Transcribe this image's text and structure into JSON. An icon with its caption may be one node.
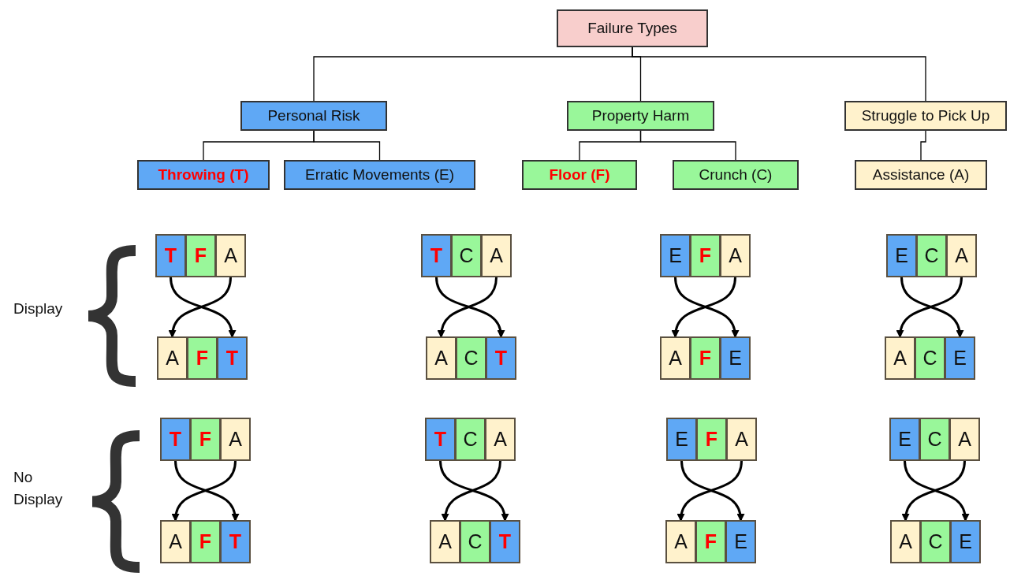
{
  "diagram": {
    "nodes": [
      {
        "text": [
          "Failure Types"
        ]
      },
      {
        "text": [
          "Personal Risk"
        ]
      },
      {
        "text": [
          "Property Harm"
        ]
      },
      {
        "text": [
          "Struggle to Pick Up"
        ]
      },
      {
        "text": [
          "Throwing (T)"
        ]
      },
      {
        "text": [
          "Erratic Movements (E)"
        ]
      },
      {
        "text": [
          "Floor (F)"
        ]
      },
      {
        "text": [
          "Crunch (C)"
        ]
      },
      {
        "text": [
          "Assistance (A)"
        ]
      },
      {
        "text": [
          "T"
        ]
      },
      {
        "text": [
          "F"
        ]
      },
      {
        "text": [
          "A"
        ]
      },
      {
        "text": [
          "T"
        ]
      },
      {
        "text": [
          "C"
        ]
      },
      {
        "text": [
          "A"
        ]
      },
      {
        "text": [
          "E"
        ]
      },
      {
        "text": [
          "F"
        ]
      },
      {
        "text": [
          "A"
        ]
      },
      {
        "text": [
          "E"
        ]
      },
      {
        "text": [
          "C"
        ]
      },
      {
        "text": [
          "A"
        ]
      },
      {
        "text": [
          "A"
        ]
      },
      {
        "text": [
          "F"
        ]
      },
      {
        "text": [
          "T"
        ]
      },
      {
        "text": [
          "A"
        ]
      },
      {
        "text": [
          "C"
        ]
      },
      {
        "text": [
          "T"
        ]
      },
      {
        "text": [
          "A"
        ]
      },
      {
        "text": [
          "F"
        ]
      },
      {
        "text": [
          "E"
        ]
      },
      {
        "text": [
          "A"
        ]
      },
      {
        "text": [
          "C"
        ]
      },
      {
        "text": [
          "E"
        ]
      },
      {
        "text": [
          "T"
        ]
      },
      {
        "text": [
          "F"
        ]
      },
      {
        "text": [
          "A"
        ]
      },
      {
        "text": [
          "T"
        ]
      },
      {
        "text": [
          "C"
        ]
      },
      {
        "text": [
          "A"
        ]
      },
      {
        "text": [
          "E"
        ]
      },
      {
        "text": [
          "F"
        ]
      },
      {
        "text": [
          "A"
        ]
      },
      {
        "text": [
          "E"
        ]
      },
      {
        "text": [
          "C"
        ]
      },
      {
        "text": [
          "A"
        ]
      },
      {
        "text": [
          "A"
        ]
      },
      {
        "text": [
          "F"
        ]
      },
      {
        "text": [
          "T"
        ]
      },
      {
        "text": [
          "A"
        ]
      },
      {
        "text": [
          "C"
        ]
      },
      {
        "text": [
          "T"
        ]
      },
      {
        "text": [
          "A"
        ]
      },
      {
        "text": [
          "F"
        ]
      },
      {
        "text": [
          "E"
        ]
      },
      {
        "text": [
          "A"
        ]
      },
      {
        "text": [
          "C"
        ]
      },
      {
        "text": [
          "E"
        ]
      }
    ],
    "edges": [
      {
        "from": 0,
        "to": 1,
        "arrow": "none"
      },
      {
        "from": 0,
        "to": 2,
        "arrow": "none"
      },
      {
        "from": 0,
        "to": 3,
        "arrow": "none"
      },
      {
        "from": 1,
        "to": 4,
        "arrow": "none"
      },
      {
        "from": 1,
        "to": 5,
        "arrow": "none"
      },
      {
        "from": 2,
        "to": 6,
        "arrow": "none"
      },
      {
        "from": 2,
        "to": 7,
        "arrow": "none"
      },
      {
        "from": 3,
        "to": 8,
        "arrow": "none"
      },
      {
        "from": 9,
        "to": 23,
        "arrow": "to"
      },
      {
        "from": 11,
        "to": 21,
        "arrow": "to"
      },
      {
        "from": 12,
        "to": 26,
        "arrow": "to"
      },
      {
        "from": 14,
        "to": 24,
        "arrow": "to"
      },
      {
        "from": 15,
        "to": 29,
        "arrow": "to"
      },
      {
        "from": 17,
        "to": 27,
        "arrow": "to"
      },
      {
        "from": 18,
        "to": 32,
        "arrow": "to"
      },
      {
        "from": 20,
        "to": 30,
        "arrow": "to"
      },
      {
        "from": 33,
        "to": 47,
        "arrow": "to"
      },
      {
        "from": 35,
        "to": 45,
        "arrow": "to"
      },
      {
        "from": 36,
        "to": 50,
        "arrow": "to"
      },
      {
        "from": 38,
        "to": 48,
        "arrow": "to"
      },
      {
        "from": 39,
        "to": 53,
        "arrow": "to"
      },
      {
        "from": 41,
        "to": 51,
        "arrow": "to"
      },
      {
        "from": 42,
        "to": 56,
        "arrow": "to"
      },
      {
        "from": 44,
        "to": 54,
        "arrow": "to"
      }
    ],
    "labels": [
      "Display",
      "No Display"
    ]
  }
}
